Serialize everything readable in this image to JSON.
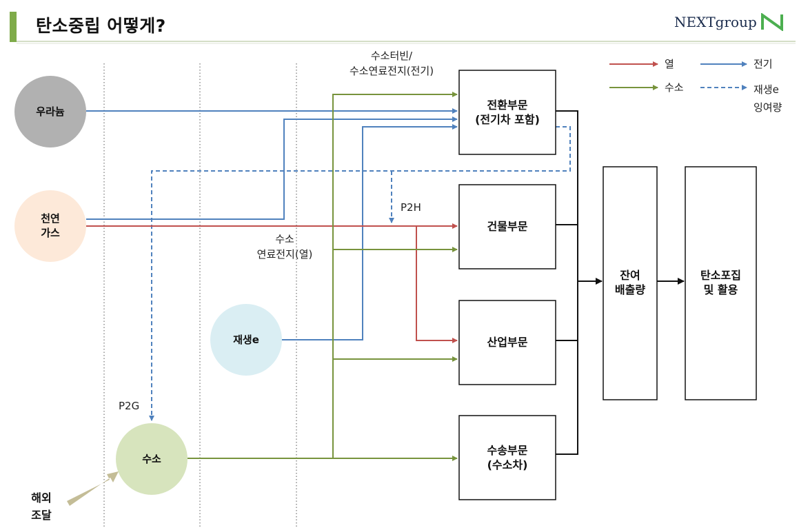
{
  "header": {
    "title": "탄소중립 어떻게?",
    "logo_text": "NEXTgroup"
  },
  "colors": {
    "heat": "#c0504d",
    "electric": "#4f81bd",
    "hydrogen": "#77933c",
    "uranium": "#b1b1b1",
    "gas": "#fde9d9",
    "renewable": "#daeef3",
    "hydrogen_node": "#d7e4bd",
    "import_arrow": "#c4bd97",
    "accent": "#7fab4a",
    "logo": "#1a2b4c",
    "logo_mark": "#4caf50"
  },
  "sources": {
    "uranium": "우라늄",
    "gas_line1": "천연",
    "gas_line2": "가스",
    "renewable": "재생e",
    "hydrogen": "수소",
    "import_line1": "해외",
    "import_line2": "조달"
  },
  "sectors": {
    "conversion_line1": "전환부문",
    "conversion_line2": "(전기차 포함)",
    "building": "건물부문",
    "industry": "산업부문",
    "transport_line1": "수송부문",
    "transport_line2": "(수소차)"
  },
  "residual": {
    "line1": "잔여",
    "line2": "배출량"
  },
  "ccus": {
    "line1": "탄소포집",
    "line2": "및 활용"
  },
  "labels": {
    "turbine_line1": "수소터빈/",
    "turbine_line2": "수소연료전지(전기)",
    "fuelcell_line1": "수소",
    "fuelcell_line2": "연료전지(열)",
    "p2h": "P2H",
    "p2g": "P2G"
  },
  "legend": {
    "heat": "열",
    "electric": "전기",
    "hydrogen": "수소",
    "surplus_line1": "재생e",
    "surplus_line2": "잉여량"
  }
}
